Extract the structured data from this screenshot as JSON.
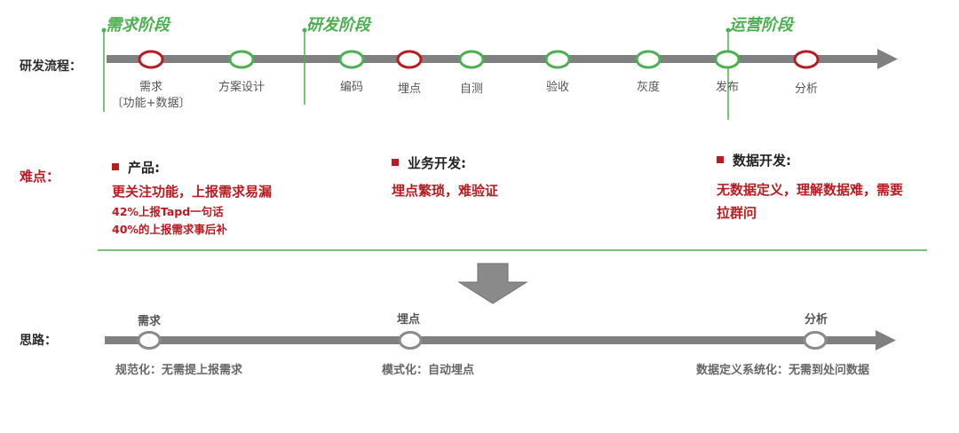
{
  "process": {
    "label": "研发流程：",
    "phases": [
      "需求阶段",
      "研发阶段",
      "运营阶段"
    ],
    "nodes": [
      {
        "label": "需求",
        "sub": "〔功能+数据〕",
        "status": "red"
      },
      {
        "label": "方案设计",
        "sub": "",
        "status": "green"
      },
      {
        "label": "编码",
        "sub": "",
        "status": "green"
      },
      {
        "label": "埋点",
        "sub": "",
        "status": "red"
      },
      {
        "label": "自测",
        "sub": "",
        "status": "green"
      },
      {
        "label": "验收",
        "sub": "",
        "status": "green"
      },
      {
        "label": "灰度",
        "sub": "",
        "status": "green"
      },
      {
        "label": "发布",
        "sub": "",
        "status": "green"
      },
      {
        "label": "分析",
        "sub": "",
        "status": "red"
      }
    ]
  },
  "difficulties": {
    "label": "难点：",
    "items": [
      {
        "title": "产品:",
        "main": "更关注功能，上报需求易漏",
        "subs": [
          "42%上报Tapd一句话",
          "40%的上报需求事后补"
        ]
      },
      {
        "title": "业务开发:",
        "main": "埋点繁琐，难验证",
        "subs": []
      },
      {
        "title": "数据开发:",
        "main": "无数据定义，理解数据难，需要拉群问",
        "subs": []
      }
    ]
  },
  "ideas": {
    "label": "思路：",
    "nodes": [
      {
        "label": "需求",
        "sub": "规范化：无需提上报需求"
      },
      {
        "label": "埋点",
        "sub": "模式化：自动埋点"
      },
      {
        "label": "分析",
        "sub": "数据定义系统化：无需到处问数据"
      }
    ]
  },
  "colors": {
    "red": "#b81c22",
    "green": "#4caf50",
    "gray": "#808080"
  }
}
